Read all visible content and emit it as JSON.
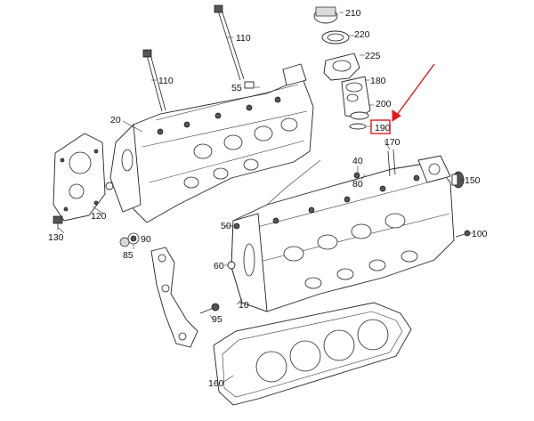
{
  "diagram": {
    "highlight_color": "#e3181f",
    "highlighted_part": "190",
    "callouts": {
      "c210": "210",
      "c220": "220",
      "c225": "225",
      "c180": "180",
      "c200": "200",
      "c190": "190",
      "c170": "170",
      "c110a": "110",
      "c110b": "110",
      "c55": "55",
      "c20": "20",
      "c40": "40",
      "c80": "80",
      "c150": "150",
      "c120": "120",
      "c130": "130",
      "c90": "90",
      "c85": "85",
      "c50": "50",
      "c100": "100",
      "c60": "60",
      "c10": "10",
      "c95": "95",
      "c160": "160"
    }
  }
}
